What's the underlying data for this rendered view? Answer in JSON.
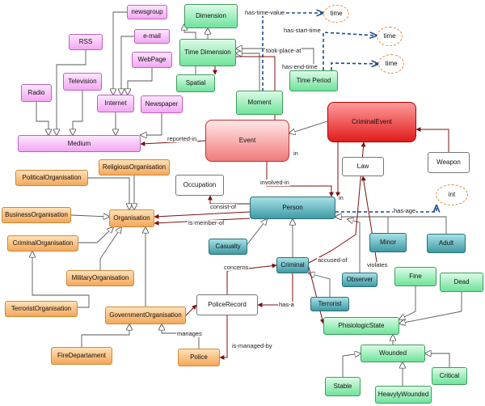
{
  "colors": {
    "medium": "#f3a8f3",
    "organisation": "#f5a75a",
    "time": "#6fe39a",
    "person": "#3f9aa5",
    "event": "#f07a7a",
    "criminal_event": "#e01c1c",
    "datatype_link": "#1a4a8a",
    "circle_border": "#e08a3a"
  },
  "nodes": {
    "newsgroup": "newsgroup",
    "email": "e-mail",
    "rss": "RSS",
    "webpage": "WebPage",
    "television": "Television",
    "radio": "Radio",
    "internet": "Internet",
    "newspaper": "Newspaper",
    "medium": "Medium",
    "dimension": "Dimension",
    "time_dimension": "Time Dimension",
    "spatial": "Spatial",
    "moment": "Moment",
    "time_period": "Time Period",
    "time1": "time",
    "time2": "time",
    "time3": "time",
    "event": "Event",
    "criminal_event": "CriminalEvent",
    "weapon": "Weapon",
    "law": "Law",
    "int": "int",
    "occupation": "Occupation",
    "person": "Person",
    "minor": "Minor",
    "adult": "Adult",
    "casualty": "Casualty",
    "criminal": "Criminal",
    "observer": "Observer",
    "terrorist": "Terrorist",
    "political_org": "PoliticalOrganisation",
    "religious_org": "ReligiousOrganisation",
    "business_org": "BusinessOrganisation",
    "organisation": "Organisation",
    "criminal_org": "CriminalOrganisation",
    "military_org": "MilitaryOrganisation",
    "terrorist_org": "TerroristOrganisation",
    "government_org": "GovernmentOrganisation",
    "fire_department": "FireDepartament",
    "police": "Police",
    "police_record": "PoliceRecord",
    "physiologic_state": "PhisiologicState",
    "fine": "Fine",
    "dead": "Dead",
    "wounded": "Wounded",
    "stable": "Stable",
    "heavily_wounded": "HeavylyWounded",
    "critical": "Critical"
  },
  "edge_labels": {
    "has_time_value": "has-time-value",
    "has_start_time": "has-start-time",
    "took_place_at": "took-place-at",
    "has_end_time": "has-end-time",
    "reported_in": "reported-in",
    "involved_in": "involved-in",
    "consists_of": "consist-of",
    "is_member_of": "is-member-of",
    "has_age": "has-age",
    "accused_of": "accused-of",
    "violates": "violates",
    "concerns": "concerns",
    "has_a": "has-a",
    "manages": "manages",
    "is_managed_by": "is-managed-by",
    "in1": "in",
    "in2": "in"
  }
}
